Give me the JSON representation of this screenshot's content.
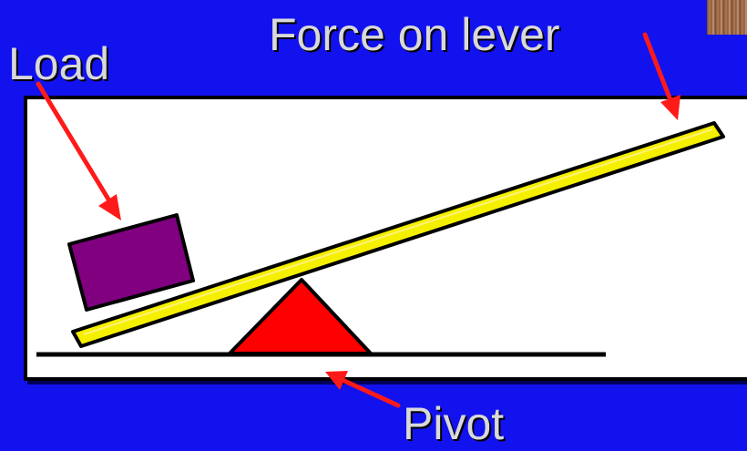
{
  "labels": {
    "load": "Load",
    "force": "Force on lever",
    "pivot": "Pivot"
  },
  "colors": {
    "background": "#1212ee",
    "panel": "#ffffff",
    "lever": "#f5f000",
    "load": "#800080",
    "pivot": "#ff0000",
    "arrow": "#ff1a1a",
    "text": "#d9d9d9"
  }
}
